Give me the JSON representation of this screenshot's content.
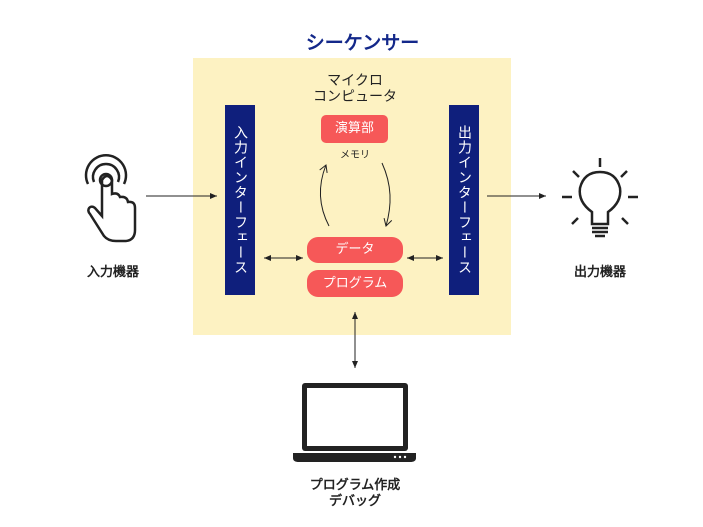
{
  "title": "シーケンサー",
  "input_interface": "入力インターフェース",
  "output_interface": "出力インターフェース",
  "microcomputer": {
    "line1": "マイクロ",
    "line2": "コンピュータ"
  },
  "alu": "演算部",
  "memory": "メモリ",
  "data": "データ",
  "program": "プログラム",
  "input_device": "入力機器",
  "output_device": "出力機器",
  "pc": {
    "line1": "プログラム作成",
    "line2": "デバッグ"
  },
  "colors": {
    "navy": "#0f1f7c",
    "red": "#f65858",
    "yellow": "#fdf2c2",
    "title": "#13288a"
  }
}
